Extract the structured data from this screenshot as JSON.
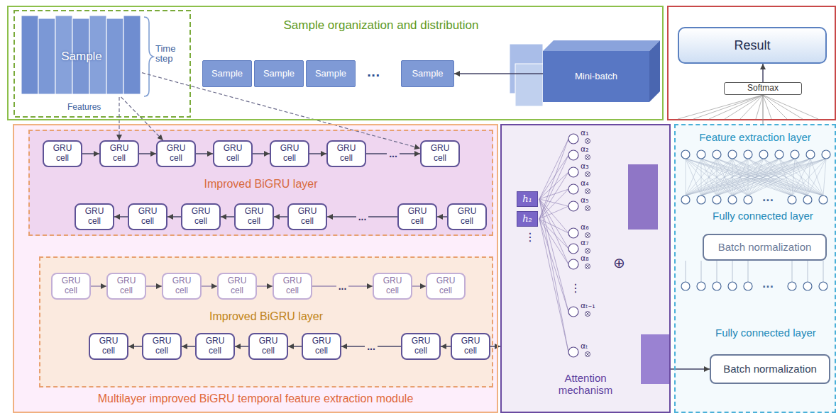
{
  "diagram": {
    "nodes": [
      {
        "text": [
          "Sample organization and distribution"
        ]
      },
      {
        "text": [
          "Sample"
        ],
        "in": 0
      },
      {
        "text": [
          "Sample"
        ],
        "in": 0
      },
      {
        "text": [
          "Sample"
        ],
        "in": 0
      },
      {
        "text": [
          "Sample"
        ],
        "in": 0
      },
      {
        "text": [
          "Sample"
        ],
        "in": 0
      },
      {
        "text": [
          "Mini-batch"
        ],
        "in": 0
      },
      {
        "text": [
          "Result"
        ]
      },
      {
        "text": [
          "Softmax"
        ]
      },
      {
        "text": [
          "Multilayer improved BiGRU temporal feature extraction module"
        ]
      },
      {
        "text": [
          "Improved BiGRU layer"
        ],
        "in": 9
      },
      {
        "text": [
          "GRU cell"
        ],
        "in": 10
      },
      {
        "text": [
          "GRU cell"
        ],
        "in": 10
      },
      {
        "text": [
          "GRU cell"
        ],
        "in": 10
      },
      {
        "text": [
          "GRU cell"
        ],
        "in": 10
      },
      {
        "text": [
          "GRU cell"
        ],
        "in": 10
      },
      {
        "text": [
          "GRU cell"
        ],
        "in": 10
      },
      {
        "text": [
          "GRU cell"
        ],
        "in": 10
      },
      {
        "text": [
          "GRU cell"
        ],
        "in": 10
      },
      {
        "text": [
          "GRU cell"
        ],
        "in": 10
      },
      {
        "text": [
          "GRU cell"
        ],
        "in": 10
      },
      {
        "text": [
          "GRU cell"
        ],
        "in": 10
      },
      {
        "text": [
          "GRU cell"
        ],
        "in": 10
      },
      {
        "text": [
          "GRU cell"
        ],
        "in": 10
      },
      {
        "text": [
          "GRU cell"
        ],
        "in": 10
      },
      {
        "text": [
          "Improved BiGRU layer"
        ],
        "in": 9
      },
      {
        "text": [
          "GRU cell"
        ],
        "in": 25
      },
      {
        "text": [
          "GRU cell"
        ],
        "in": 25
      },
      {
        "text": [
          "GRU cell"
        ],
        "in": 25
      },
      {
        "text": [
          "GRU cell"
        ],
        "in": 25
      },
      {
        "text": [
          "GRU cell"
        ],
        "in": 25
      },
      {
        "text": [
          "GRU cell"
        ],
        "in": 25
      },
      {
        "text": [
          "GRU cell"
        ],
        "in": 25
      },
      {
        "text": [
          "GRU cell"
        ],
        "in": 25
      },
      {
        "text": [
          "GRU cell"
        ],
        "in": 25
      },
      {
        "text": [
          "GRU cell"
        ],
        "in": 25
      },
      {
        "text": [
          "GRU cell"
        ],
        "in": 25
      },
      {
        "text": [
          "GRU cell"
        ],
        "in": 25
      },
      {
        "text": [
          "GRU cell"
        ],
        "in": 25
      },
      {
        "text": [
          "GRU cell"
        ],
        "in": 25
      },
      {
        "text": [
          "Attention mechanism"
        ]
      },
      {
        "text": [
          "h₁"
        ],
        "in": 40
      },
      {
        "text": [
          "h₂"
        ],
        "in": 40
      },
      {
        "text": [
          "Feature extraction layer"
        ]
      },
      {
        "text": [
          "Batch normalization"
        ],
        "in": 43
      },
      {
        "text": [
          "Batch normalization"
        ],
        "in": 43
      }
    ],
    "edges": [
      {
        "from": 11,
        "to": 12,
        "arrow": "to"
      },
      {
        "from": 12,
        "to": 13,
        "arrow": "to"
      },
      {
        "from": 13,
        "to": 14,
        "arrow": "to"
      },
      {
        "from": 14,
        "to": 15,
        "arrow": "to"
      },
      {
        "from": 15,
        "to": 16,
        "arrow": "to"
      },
      {
        "from": 16,
        "to": 17,
        "label": "...",
        "arrow": "to"
      },
      {
        "from": 19,
        "to": 18,
        "arrow": "to"
      },
      {
        "from": 20,
        "to": 19,
        "arrow": "to"
      },
      {
        "from": 21,
        "to": 20,
        "arrow": "to"
      },
      {
        "from": 22,
        "to": 21,
        "arrow": "to"
      },
      {
        "from": 23,
        "to": 22,
        "label": "...",
        "arrow": "to"
      },
      {
        "from": 24,
        "to": 23,
        "arrow": "to"
      },
      {
        "from": 26,
        "to": 27,
        "arrow": "to"
      },
      {
        "from": 27,
        "to": 28,
        "arrow": "to"
      },
      {
        "from": 28,
        "to": 29,
        "arrow": "to"
      },
      {
        "from": 29,
        "to": 30,
        "arrow": "to"
      },
      {
        "from": 30,
        "to": 31,
        "label": "...",
        "arrow": "to"
      },
      {
        "from": 31,
        "to": 32,
        "arrow": "to"
      },
      {
        "from": 34,
        "to": 33,
        "arrow": "to"
      },
      {
        "from": 35,
        "to": 34,
        "arrow": "to"
      },
      {
        "from": 36,
        "to": 35,
        "arrow": "to"
      },
      {
        "from": 37,
        "to": 36,
        "arrow": "to"
      },
      {
        "from": 38,
        "to": 37,
        "label": "...",
        "arrow": "to"
      },
      {
        "from": 39,
        "to": 38,
        "arrow": "to"
      },
      {
        "from": 1,
        "to": 12,
        "arrow": "to"
      },
      {
        "from": 1,
        "to": 13,
        "arrow": "to"
      },
      {
        "from": 1,
        "to": 17,
        "arrow": "to"
      },
      {
        "from": 6,
        "to": 5,
        "arrow": "to"
      },
      {
        "from": 8,
        "to": 7,
        "arrow": "to"
      },
      {
        "from": 43,
        "to": 8,
        "arrow": "none"
      },
      {
        "from": 39,
        "to": 40,
        "arrow": "to"
      },
      {
        "from": 40,
        "to": 45,
        "arrow": "to"
      }
    ],
    "labels": [
      "Time step",
      "Features",
      "...",
      "α₁",
      "α₂",
      "α₃",
      "α₄",
      "α₅",
      "α₆",
      "α₇",
      "α₈",
      "αₜ₋₁",
      "αₜ",
      "⊕",
      "⋮",
      "⋮",
      "Fully connected layer",
      "...",
      "Fully connected layer",
      "..."
    ]
  }
}
